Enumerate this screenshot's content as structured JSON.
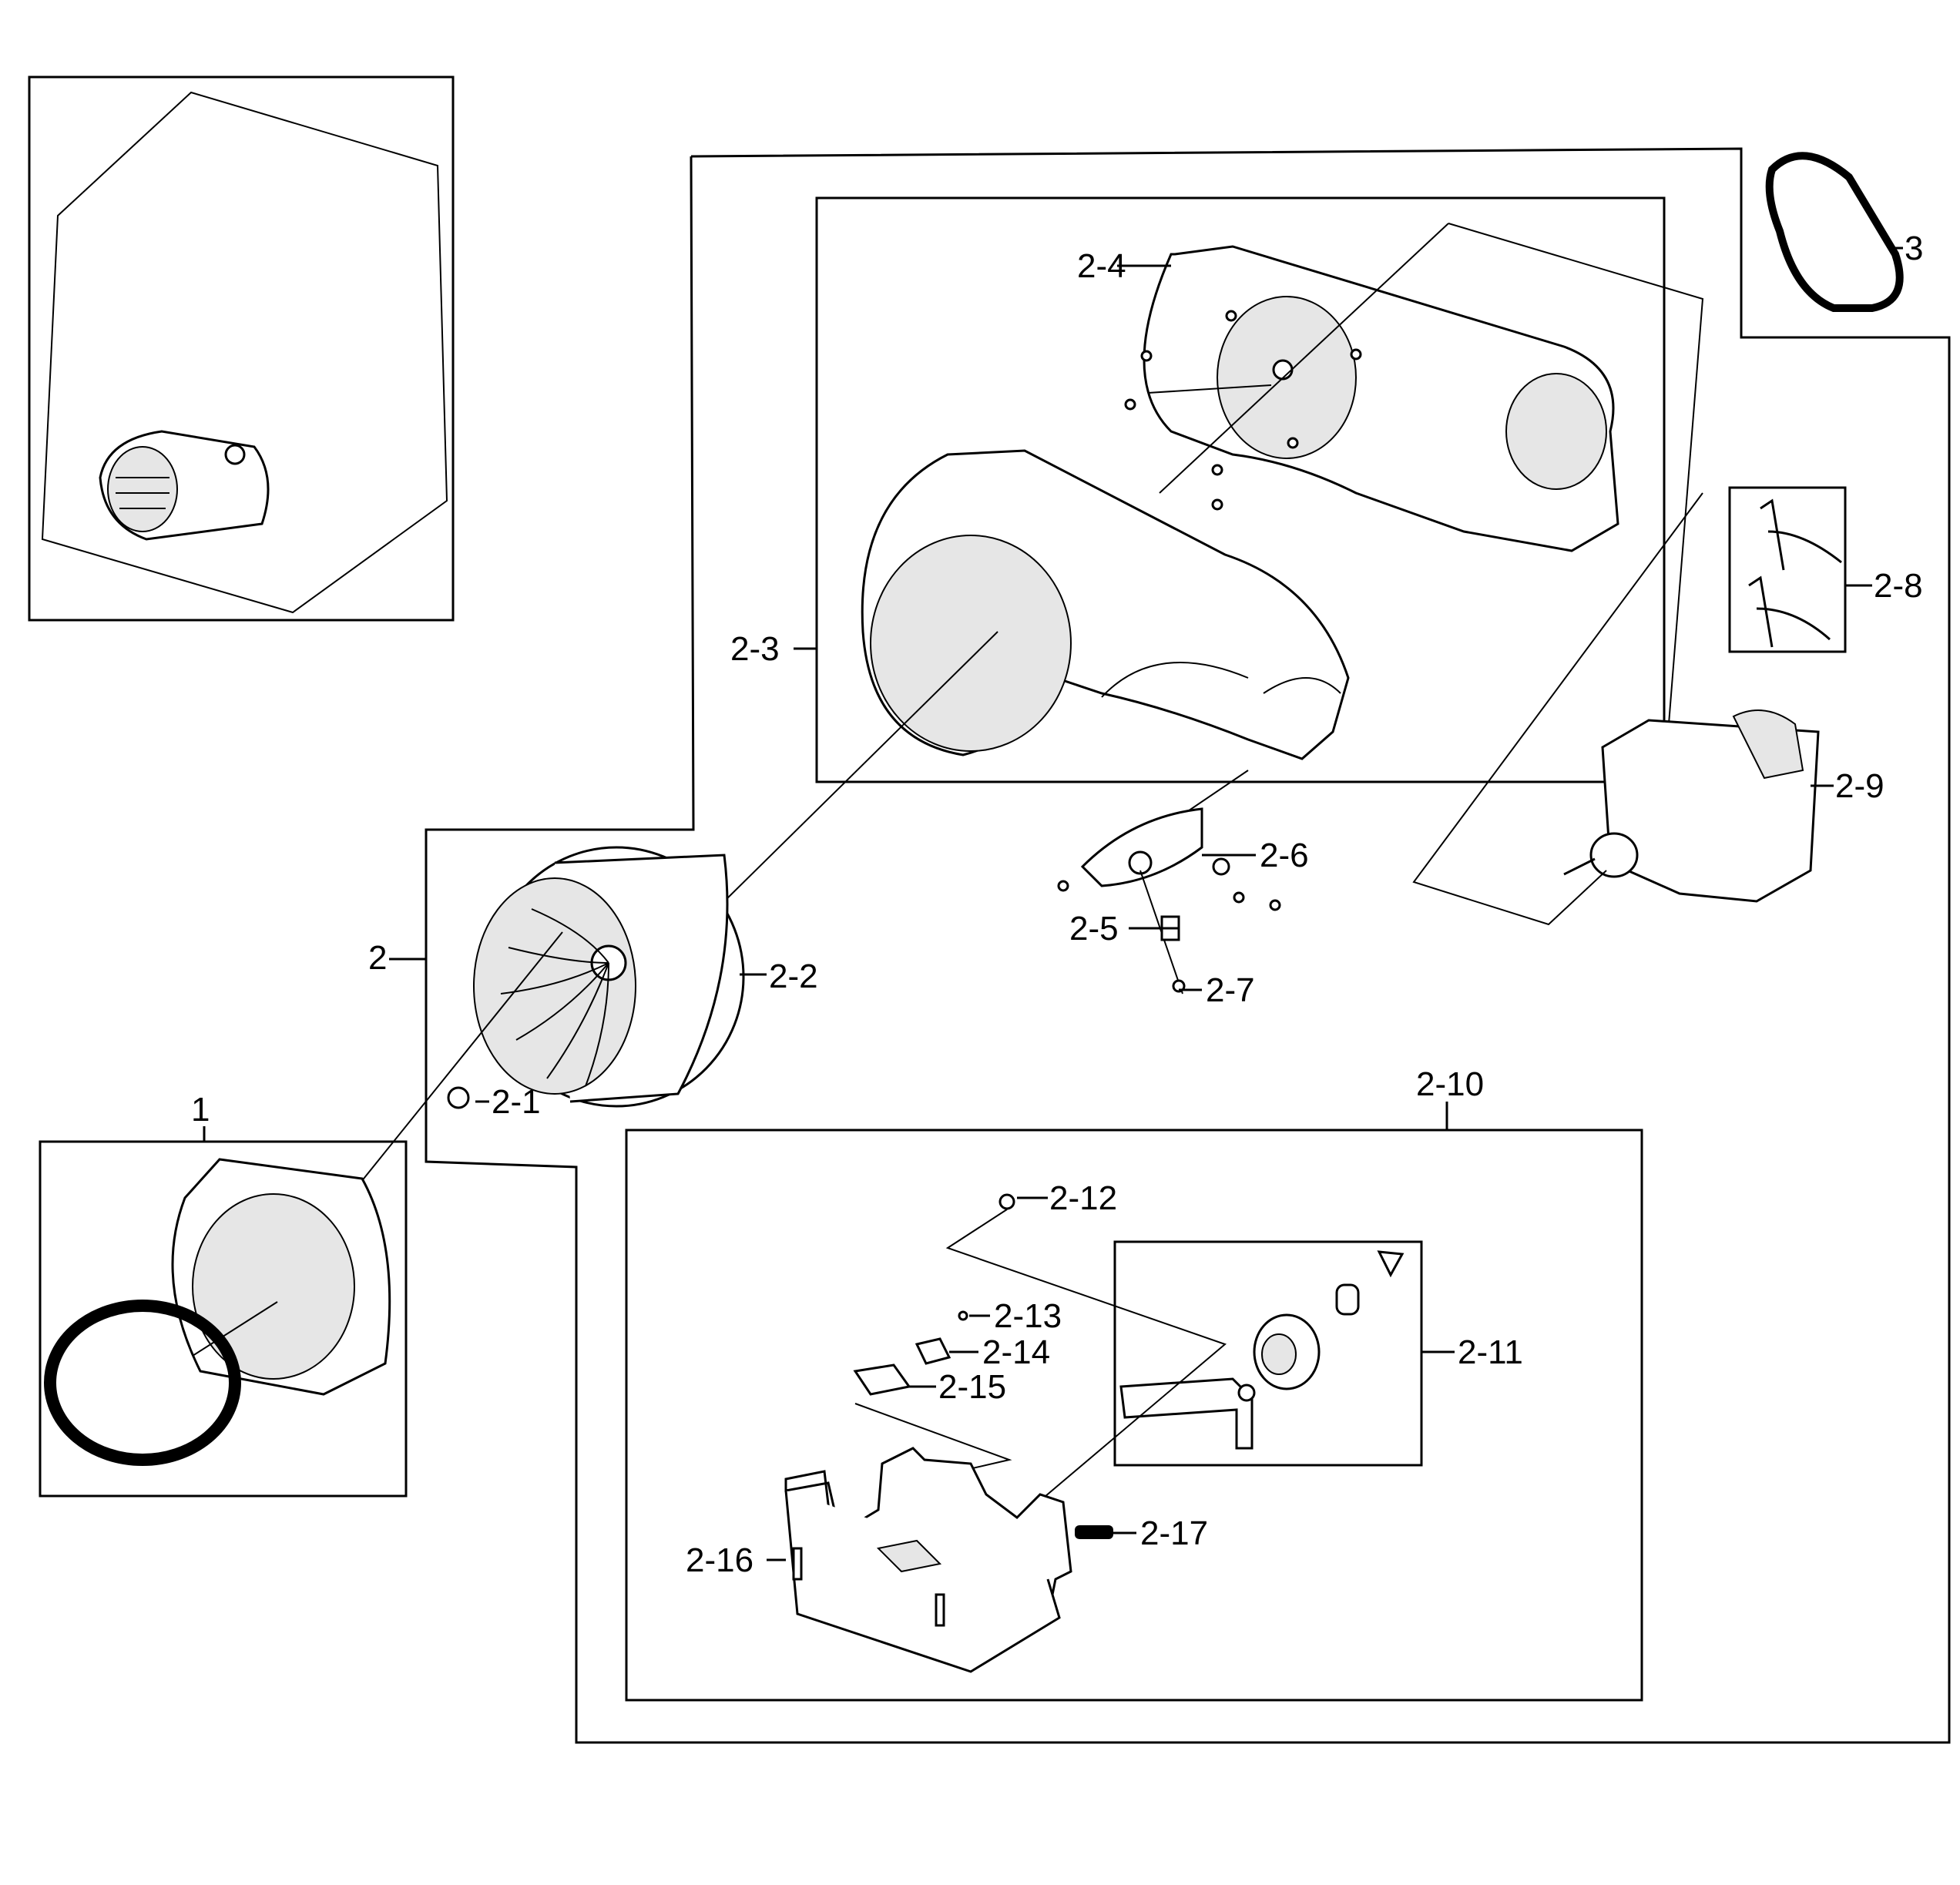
{
  "labels": {
    "l1": "1",
    "l2": "2",
    "l2_1": "2-1",
    "l2_2": "2-2",
    "l2_3": "2-3",
    "l2_4": "2-4",
    "l2_5": "2-5",
    "l2_6": "2-6",
    "l2_7": "2-7",
    "l2_8": "2-8",
    "l2_9": "2-9",
    "l2_10": "2-10",
    "l2_11": "2-11",
    "l2_12": "2-12",
    "l2_13": "2-13",
    "l2_14": "2-14",
    "l2_15": "2-15",
    "l2_16": "2-16",
    "l2_17": "2-17",
    "l3": "3"
  },
  "icons": {
    "overview": "dryer-cabinet-icon",
    "blower_wheel": "blower-wheel-icon",
    "fan_housing": "fan-housing-icon",
    "motor": "motor-icon",
    "belt": "drive-belt-icon",
    "idler": "idler-pulley-icon",
    "bracket": "motor-mount-bracket-icon"
  }
}
